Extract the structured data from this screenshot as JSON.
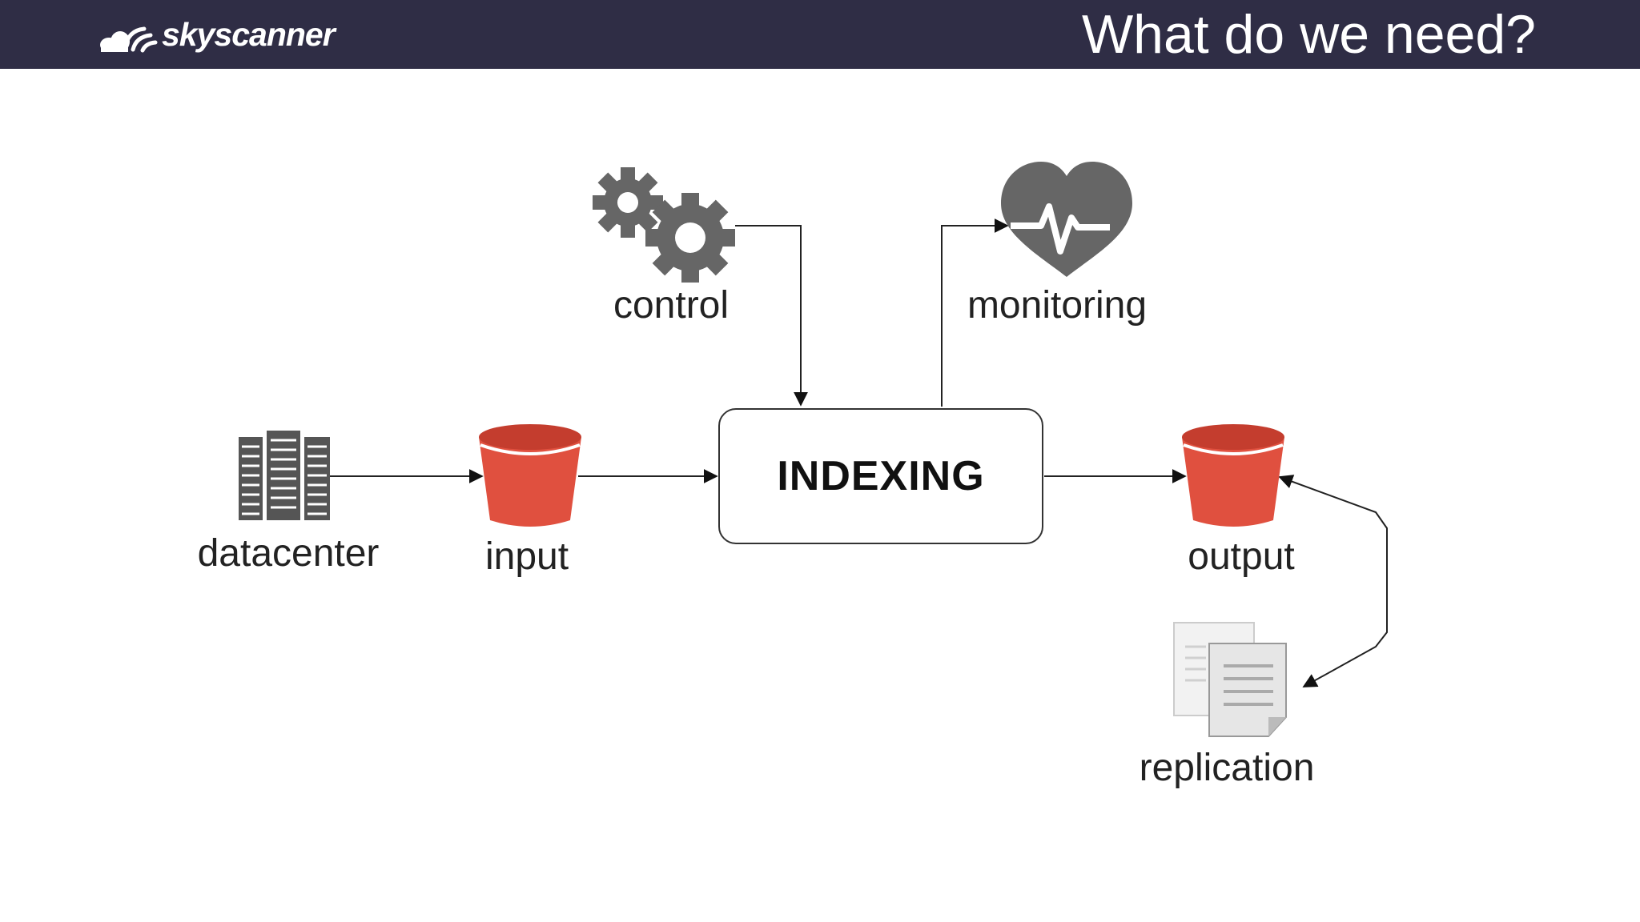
{
  "header": {
    "brand_name": "skyscanner",
    "title": "What do we need?"
  },
  "diagram": {
    "center": {
      "label": "INDEXING"
    },
    "nodes": {
      "datacenter": {
        "label": "datacenter",
        "icon": "server-rack-icon"
      },
      "input": {
        "label": "input",
        "icon": "storage-bucket-icon"
      },
      "control": {
        "label": "control",
        "icon": "gears-icon"
      },
      "monitoring": {
        "label": "monitoring",
        "icon": "heart-pulse-icon"
      },
      "output": {
        "label": "output",
        "icon": "storage-bucket-icon"
      },
      "replication": {
        "label": "replication",
        "icon": "documents-icon"
      }
    },
    "edges": [
      {
        "from": "datacenter",
        "to": "input"
      },
      {
        "from": "input",
        "to": "indexing"
      },
      {
        "from": "control",
        "to": "indexing"
      },
      {
        "from": "indexing",
        "to": "monitoring"
      },
      {
        "from": "indexing",
        "to": "output"
      },
      {
        "from": "output",
        "to": "replication",
        "bidirectional": true
      }
    ],
    "colors": {
      "header_bg": "#2f2d45",
      "bucket_red": "#e0503f",
      "icon_gray": "#666666"
    }
  }
}
